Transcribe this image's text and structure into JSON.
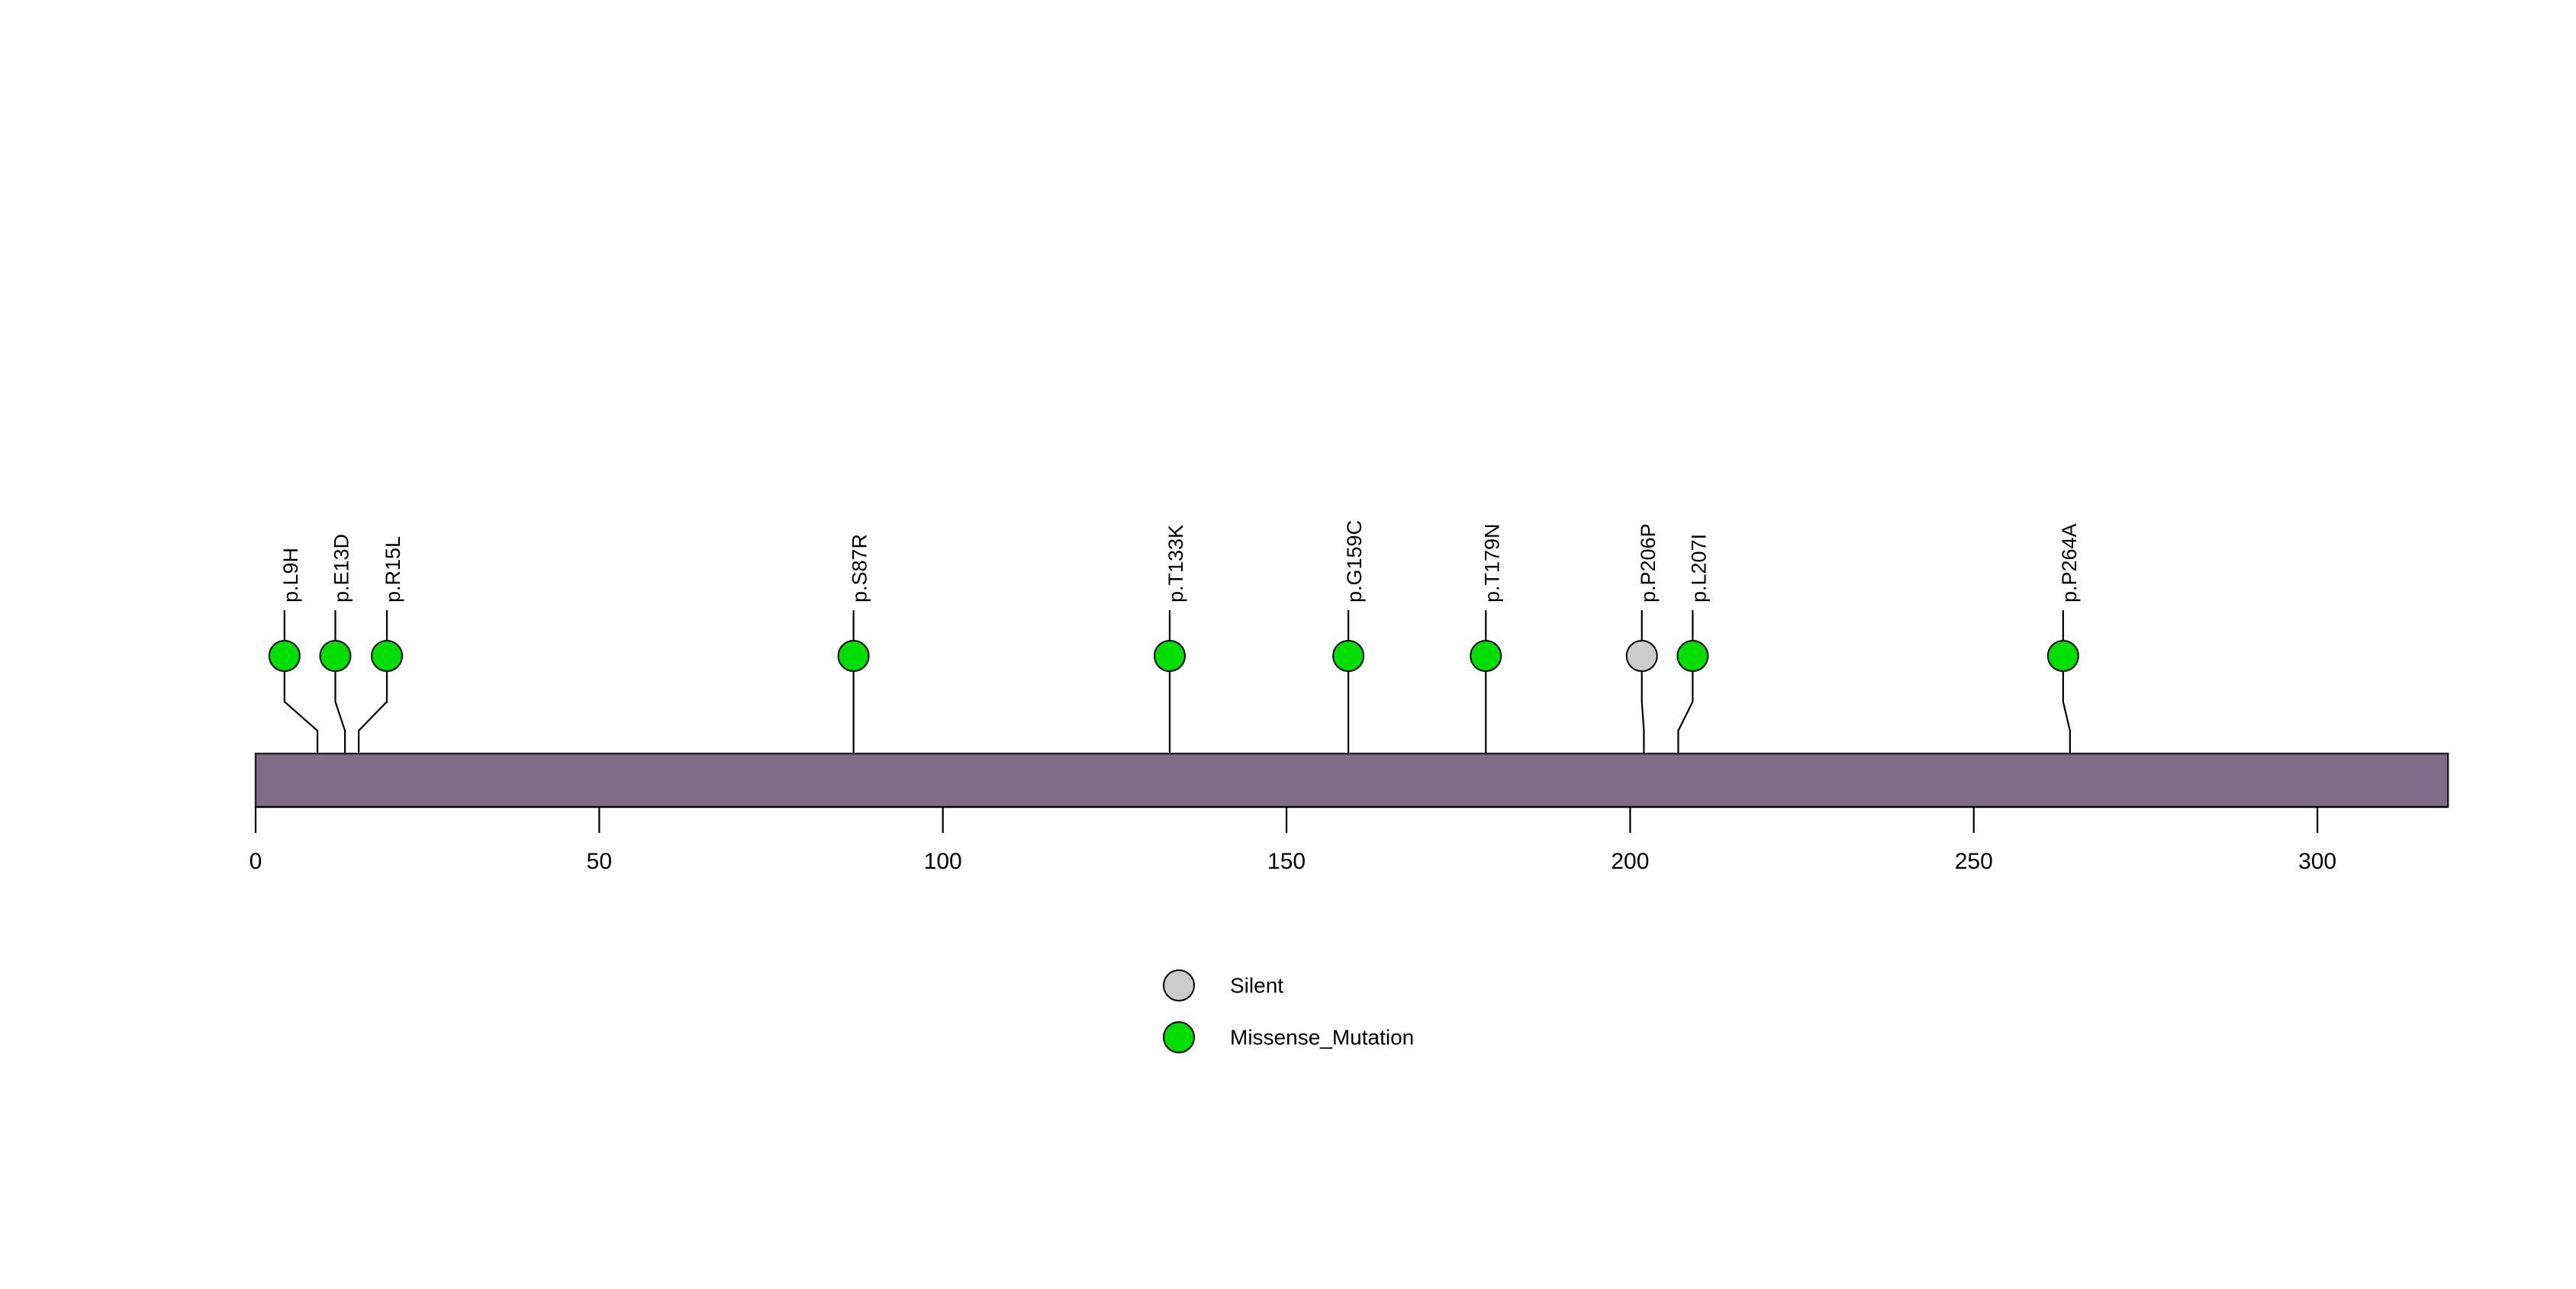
{
  "chart_data": {
    "type": "lollipop",
    "title": "",
    "xlabel": "",
    "ylabel": "",
    "protein_length": 319,
    "xlim": [
      0,
      319
    ],
    "grid": false,
    "axis": {
      "ticks": [
        0,
        50,
        100,
        150,
        200,
        250,
        300
      ],
      "tick_labels": [
        "0",
        "50",
        "100",
        "150",
        "200",
        "250",
        "300"
      ]
    },
    "domain_track": {
      "name": "protein-backbone",
      "start": 0,
      "end": 319,
      "color": "#806C87",
      "border_color": "#231f20"
    },
    "mutations": [
      {
        "label": "p.L9H",
        "position": 9,
        "type": "Missense_Mutation",
        "color": "#00DD00",
        "count": 1,
        "label_x": 9,
        "dot_x": 4.2
      },
      {
        "label": "p.E13D",
        "position": 13,
        "type": "Missense_Mutation",
        "color": "#00DD00",
        "count": 1,
        "label_x": 13,
        "dot_x": 11.6
      },
      {
        "label": "p.R15L",
        "position": 15,
        "type": "Missense_Mutation",
        "color": "#00DD00",
        "count": 1,
        "label_x": 15,
        "dot_x": 19.1
      },
      {
        "label": "p.S87R",
        "position": 87,
        "type": "Missense_Mutation",
        "color": "#00DD00",
        "count": 1,
        "label_x": 87,
        "dot_x": 87
      },
      {
        "label": "p.T133K",
        "position": 133,
        "type": "Missense_Mutation",
        "color": "#00DD00",
        "count": 1,
        "label_x": 133,
        "dot_x": 133
      },
      {
        "label": "p.G159C",
        "position": 159,
        "type": "Missense_Mutation",
        "color": "#00DD00",
        "count": 1,
        "label_x": 159,
        "dot_x": 159
      },
      {
        "label": "p.T179N",
        "position": 179,
        "type": "Missense_Mutation",
        "color": "#00DD00",
        "count": 1,
        "label_x": 179,
        "dot_x": 179
      },
      {
        "label": "p.P206P",
        "position": 202,
        "type": "Silent",
        "color": "#CCCCCC",
        "count": 1,
        "label_x": 202,
        "dot_x": 201.7
      },
      {
        "label": "p.L207I",
        "position": 207,
        "type": "Missense_Mutation",
        "color": "#00DD00",
        "count": 1,
        "label_x": 209,
        "dot_x": 209.1
      },
      {
        "label": "p.P264A",
        "position": 264,
        "type": "Missense_Mutation",
        "color": "#00DD00",
        "count": 1,
        "label_x": 264,
        "dot_x": 263
      }
    ],
    "legend": {
      "position": "bottom-center",
      "entries": [
        {
          "label": "Silent",
          "color": "#CCCCCC"
        },
        {
          "label": "Missense_Mutation",
          "color": "#00DD00"
        }
      ]
    }
  }
}
